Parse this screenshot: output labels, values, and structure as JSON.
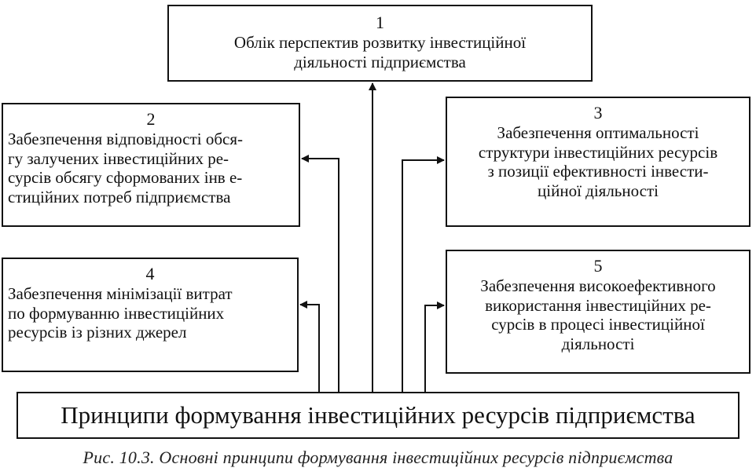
{
  "box1": {
    "number": "1",
    "lines": [
      "Облік перспектив розвитку інвестиційної",
      "діяльності підприємства"
    ]
  },
  "box2": {
    "number": "2",
    "lines": [
      "Забезпечення відповідності обся-",
      "гу залучених інвестиційних ре-",
      "сурсів обсягу сформованих інв е-",
      "стиційних потреб підприємства"
    ]
  },
  "box3": {
    "number": "3",
    "lines": [
      "Забезпечення оптимальності",
      "структури інвестиційних ресурсів",
      "з позиції ефективності інвести-",
      "ційної діяльності"
    ]
  },
  "box4": {
    "number": "4",
    "lines": [
      "Забезпечення мінімізації витрат",
      "по формуванню інвестиційних",
      "ресурсів із різних джерел"
    ]
  },
  "box5": {
    "number": "5",
    "lines": [
      "Забезпечення високоефективного",
      "використання інвестиційних ре-",
      "сурсів в процесі інвестиційної",
      "діяльності"
    ]
  },
  "main_box": {
    "label": "Принципи формування інвестиційних ресурсів підприємства"
  },
  "caption": "Рис. 10.3. Основні принципи формування інвестиційних ресурсів підприємства"
}
